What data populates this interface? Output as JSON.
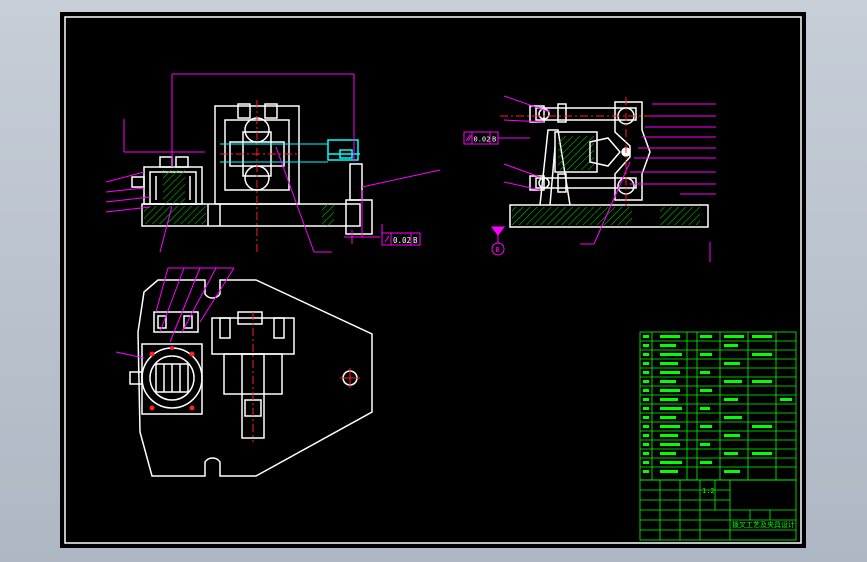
{
  "drawing": {
    "background": "#000000",
    "frame_color": "#ffffff",
    "geometry_color": "#ffffff",
    "dimension_color": "#ff00ff",
    "hatch_color": "#00c000",
    "centerline_color": "#ff2020",
    "accent_color": "#00ffff",
    "title_block_color": "#00ff00"
  },
  "annotations": {
    "parallelism_value": "0.02",
    "parallelism_datum": "B",
    "perpendicularity_value": "0.02",
    "perpendicularity_datum": "B",
    "datum_marker": "B"
  },
  "title_block": {
    "scale": "1:2",
    "title": "拨叉工艺及夹具设计"
  }
}
